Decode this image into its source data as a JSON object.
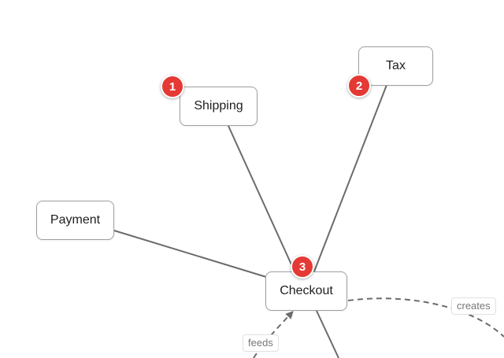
{
  "diagram": {
    "nodes": {
      "shipping": {
        "label": "Shipping"
      },
      "tax": {
        "label": "Tax"
      },
      "payment": {
        "label": "Payment"
      },
      "checkout": {
        "label": "Checkout"
      }
    },
    "badges": {
      "shipping": "1",
      "tax": "2",
      "checkout": "3"
    },
    "edge_labels": {
      "feeds": "feeds",
      "creates": "creates"
    },
    "colors": {
      "badge": "#e53935",
      "edge": "#6b6b6b",
      "node_border": "#9e9e9e"
    }
  }
}
